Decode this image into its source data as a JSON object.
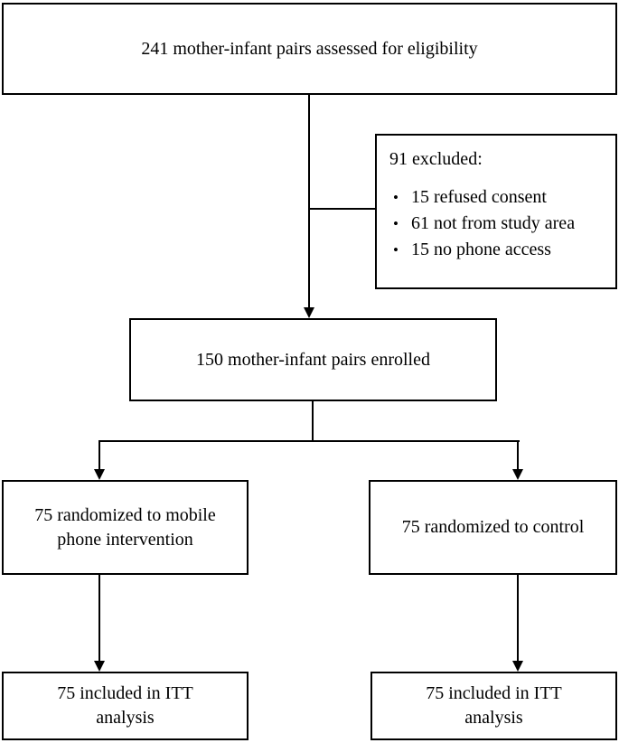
{
  "flowchart": {
    "assessed": {
      "text": "241 mother-infant pairs assessed for eligibility"
    },
    "excluded": {
      "title": "91 excluded:",
      "items": [
        "15 refused consent",
        "61 not from study area",
        "15 no phone access"
      ]
    },
    "enrolled": {
      "text": "150 mother-infant pairs enrolled"
    },
    "intervention": {
      "lines": [
        "75 randomized to mobile",
        "phone intervention"
      ]
    },
    "control": {
      "text": "75 randomized to control"
    },
    "itt_intervention": {
      "lines": [
        "75 included in ITT",
        "analysis"
      ]
    },
    "itt_control": {
      "lines": [
        "75 included in ITT",
        "analysis"
      ]
    },
    "colors": {
      "line": "#000000",
      "box_border": "#000000",
      "background": "#ffffff",
      "text": "#000000"
    }
  }
}
